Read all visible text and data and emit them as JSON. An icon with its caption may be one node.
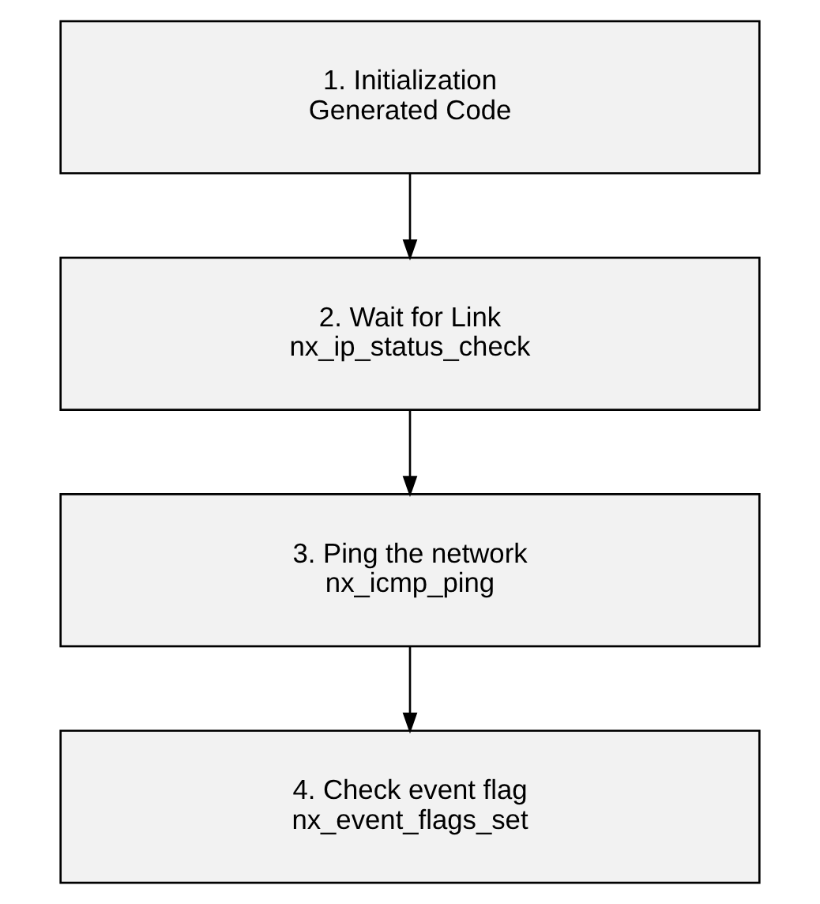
{
  "diagram": {
    "nodes": [
      {
        "text": [
          "1. Initialization",
          "Generated Code"
        ]
      },
      {
        "text": [
          "2. Wait for Link",
          "nx_ip_status_check"
        ]
      },
      {
        "text": [
          "3. Ping the network",
          "nx_icmp_ping"
        ]
      },
      {
        "text": [
          "4. Check event flag",
          "nx_event_flags_set"
        ]
      }
    ],
    "edges": [
      {
        "from": 0,
        "to": 1,
        "arrow": "to"
      },
      {
        "from": 1,
        "to": 2,
        "arrow": "to"
      },
      {
        "from": 2,
        "to": 3,
        "arrow": "to"
      }
    ]
  }
}
